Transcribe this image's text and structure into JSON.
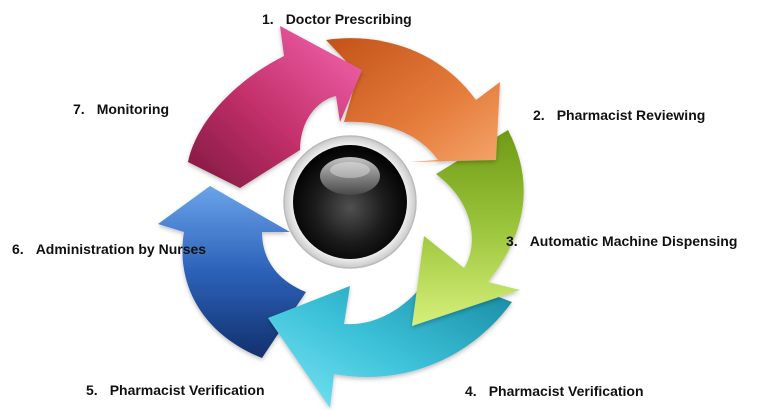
{
  "steps": [
    {
      "number": "1.",
      "label": "Doctor Prescribing",
      "color_light": "#f06bb0",
      "color_dark": "#d12f84"
    },
    {
      "number": "2.",
      "label": "Pharmacist Reviewing",
      "color_light": "#f29a55",
      "color_dark": "#c8581b"
    },
    {
      "number": "3.",
      "label": "Automatic Machine Dispensing",
      "color_light": "#c8e66b",
      "color_dark": "#6f9a1a"
    },
    {
      "number": "4.",
      "label": "Pharmacist Verification",
      "color_light": "#6fdcef",
      "color_dark": "#1a8fae"
    },
    {
      "number": "5.",
      "label": "Pharmacist Verification",
      "color_light": "#6fdcef",
      "color_dark": "#1a8fae"
    },
    {
      "number": "6.",
      "label": "Administration by Nurses",
      "color_light": "#6ea4ea",
      "color_dark": "#1f3f86"
    },
    {
      "number": "7.",
      "label": "Monitoring",
      "color_light": "#f06bb0",
      "color_dark": "#8a1c45"
    }
  ]
}
